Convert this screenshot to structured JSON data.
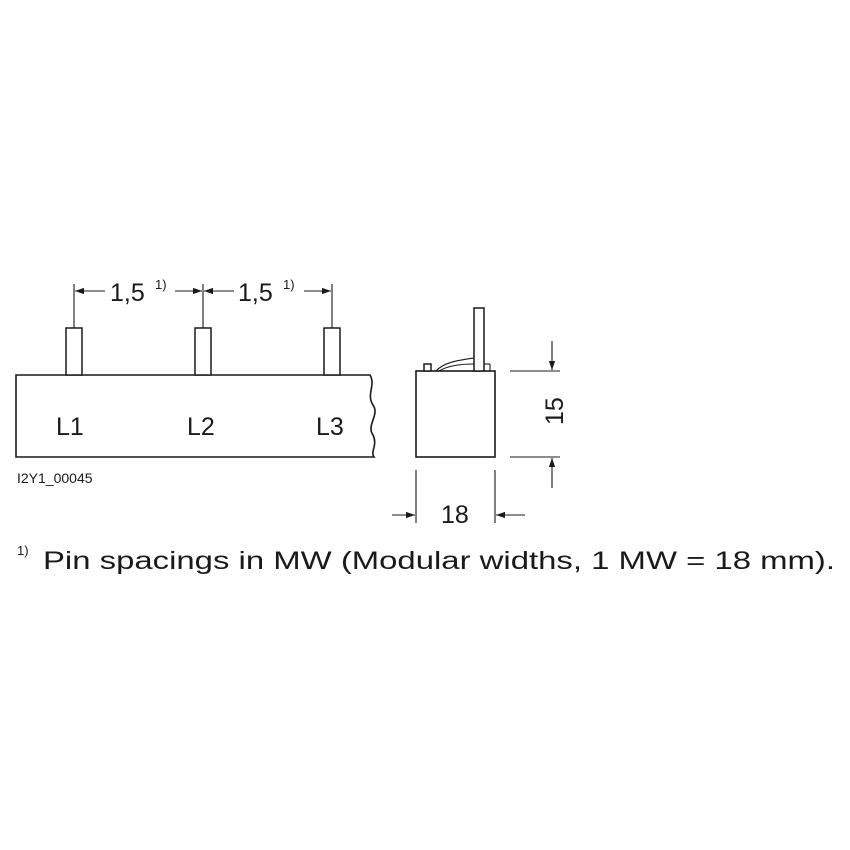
{
  "busbar": {
    "phases": [
      "L1",
      "L2",
      "L3"
    ],
    "pin_spacing_1": "1,5",
    "pin_spacing_2": "1,5",
    "footnote_ref": "1)"
  },
  "side_view": {
    "height": "15",
    "width": "18"
  },
  "image_code": "I2Y1_00045",
  "footnote": {
    "marker": "1)",
    "text": "Pin spacings in MW (Modular widths, 1 MW = 18 mm)."
  }
}
